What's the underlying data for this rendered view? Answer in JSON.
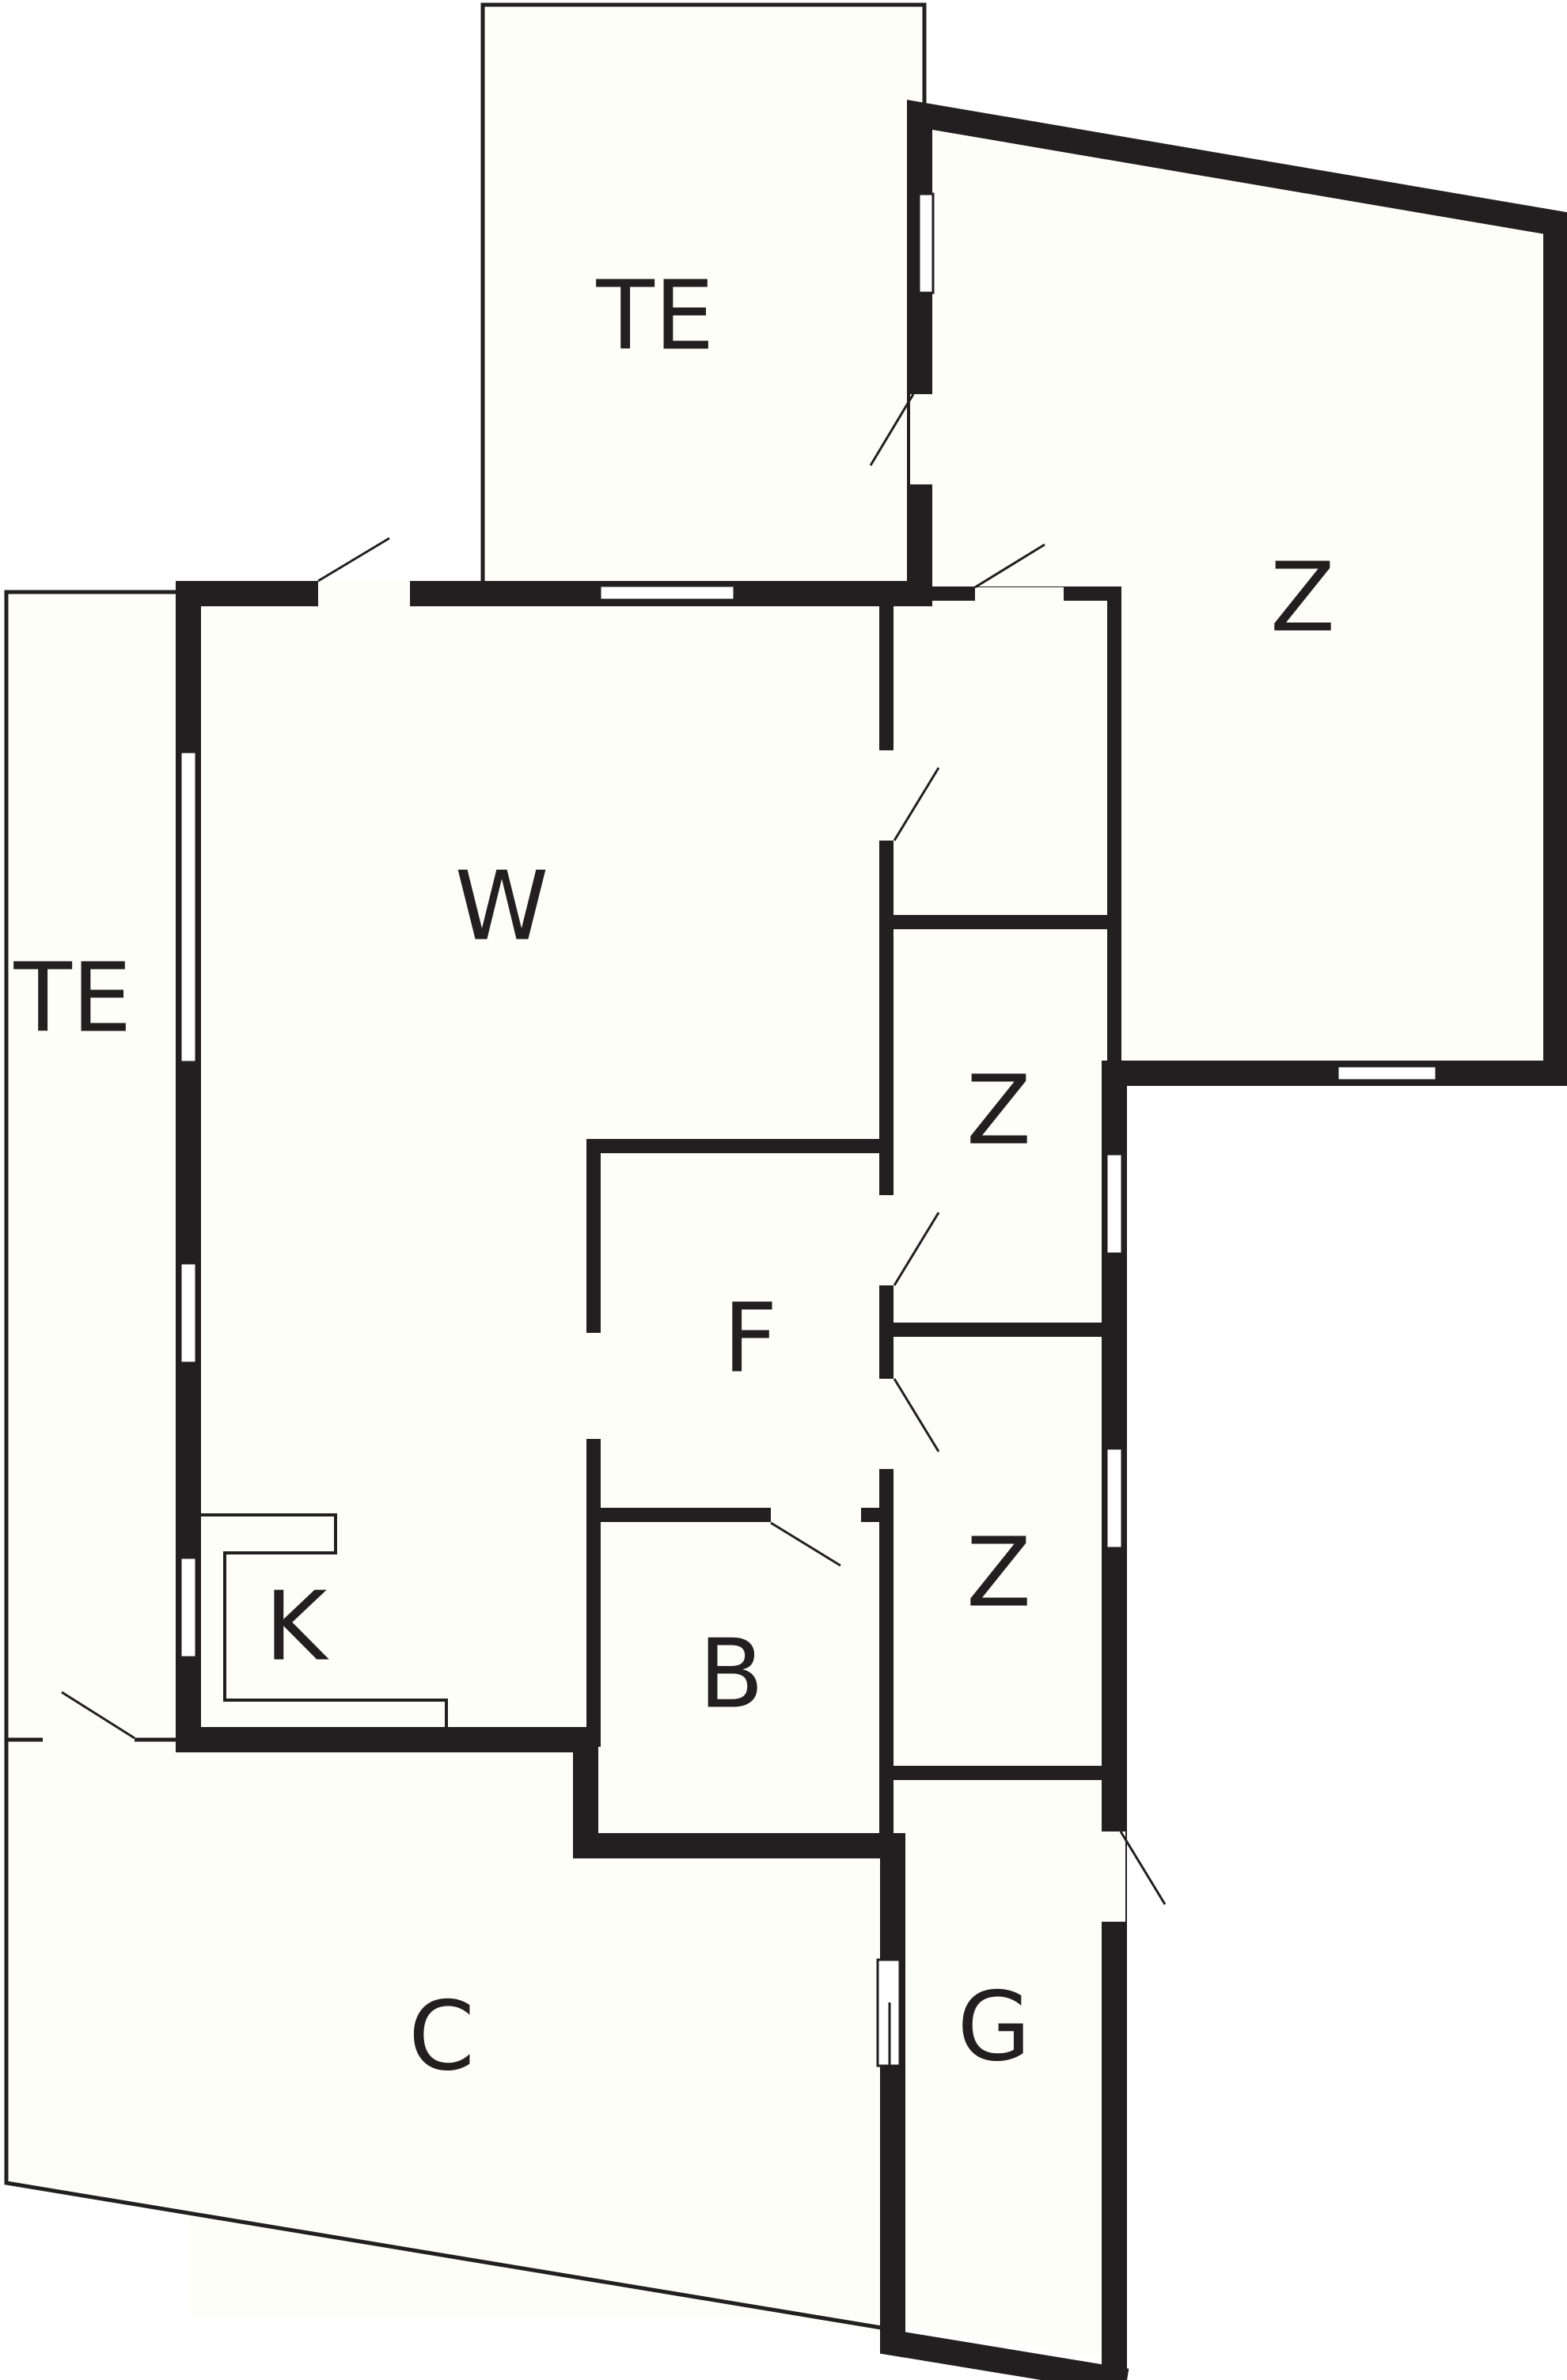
{
  "floorplan": {
    "rooms": [
      {
        "id": "terrace-top",
        "label": "TE"
      },
      {
        "id": "terrace-left",
        "label": "TE"
      },
      {
        "id": "room-large-right",
        "label": "Z"
      },
      {
        "id": "living-room",
        "label": "W"
      },
      {
        "id": "room-middle-1",
        "label": "Z"
      },
      {
        "id": "room-middle-2",
        "label": "Z"
      },
      {
        "id": "hall",
        "label": "F"
      },
      {
        "id": "kitchen",
        "label": "K"
      },
      {
        "id": "bathroom",
        "label": "B"
      },
      {
        "id": "room-bottom",
        "label": "C"
      },
      {
        "id": "garage",
        "label": "G"
      }
    ]
  }
}
